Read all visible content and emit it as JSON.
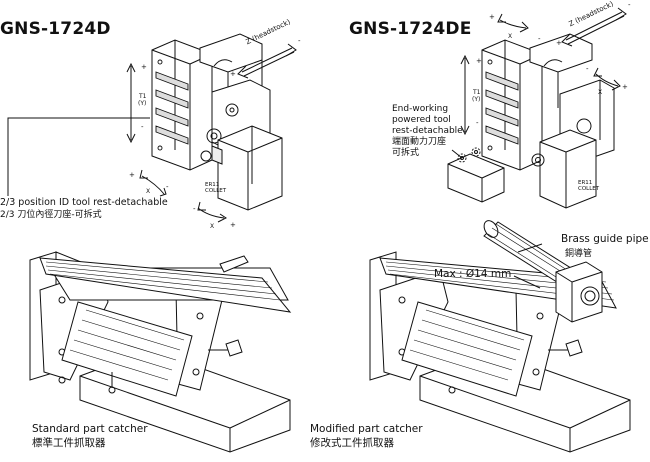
{
  "models": {
    "left": "GNS-1724D",
    "right": "GNS-1724DE"
  },
  "axes": {
    "z_headstock": "Z (headstock)",
    "x": "X",
    "t1": "T1",
    "y": "(Y)",
    "plus": "+",
    "minus": "-"
  },
  "collet": {
    "line1": "ER11",
    "line2": "COLLET"
  },
  "left_note": {
    "line1": "2/3 position ID tool rest-detachable",
    "line2": "2/3 刀位內徑刀座-可拆式"
  },
  "right_note": {
    "line1": "End-working",
    "line2": "powered tool",
    "line3": "rest-detachable",
    "line4": "端面動力刀座",
    "line5": "可拆式"
  },
  "brass": {
    "line1": "Brass guide pipe",
    "line2": "銅導管"
  },
  "max_label": "Max : Ø14 mm",
  "catchers": {
    "standard_en": "Standard part catcher",
    "standard_zh": "標準工件抓取器",
    "modified_en": "Modified part catcher",
    "modified_zh": "修改式工件抓取器"
  }
}
